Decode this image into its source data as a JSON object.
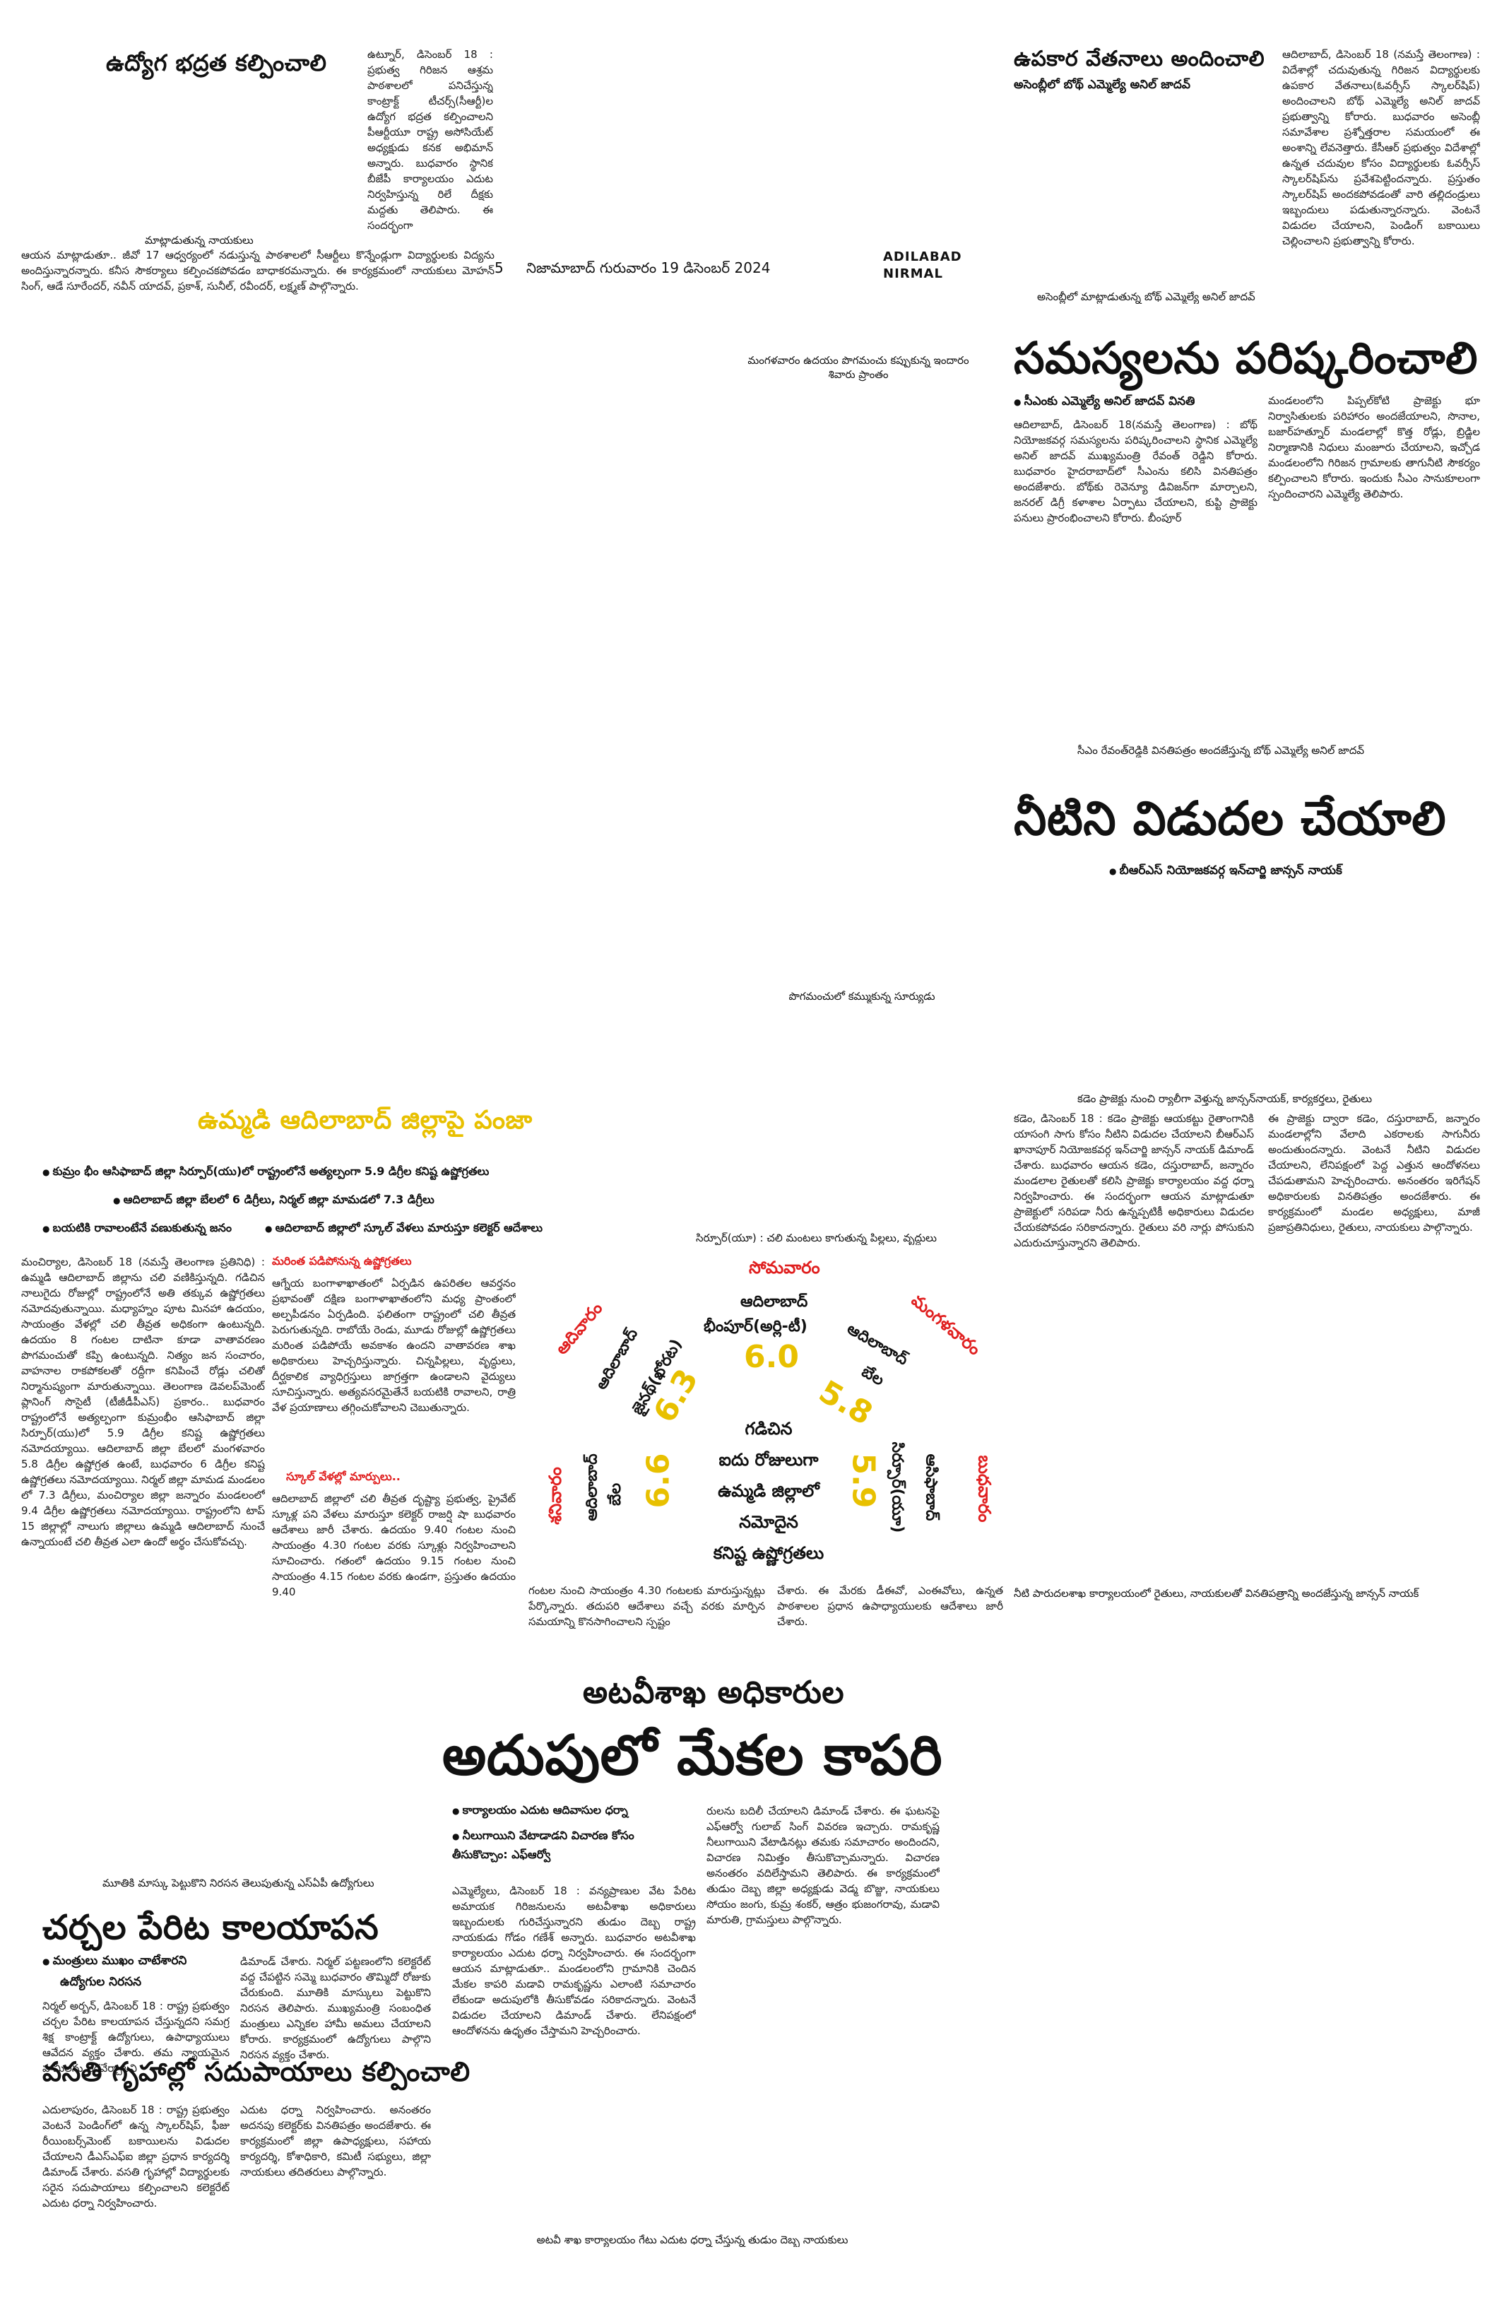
{
  "folio": {
    "page_number": "5",
    "dateline": "నిజామాబాద్ గురువారం 19 డిసెంబర్ 2024",
    "edition_line1": "ADILABAD",
    "edition_line2": "NIRMAL"
  },
  "story1": {
    "headline": "ఉద్యోగ భద్రత కల్పించాలి",
    "body_a": "ఉట్నూర్, డిసెంబర్ 18 : ప్రభుత్వ గిరిజన ఆశ్రమ పాఠశాలలో పనిచేస్తున్న కాంట్రాక్ట్ టీచర్స్(సీఆర్టీ)ల ఉద్యోగ భద్రత కల్పించాలని పీఆర్టీయూ రాష్ట్ర అసోసియేట్ అధ్యక్షుడు కనక అభిమాన్ అన్నారు. బుధవారం స్థానిక బీజేపీ కార్యాలయం ఎదుట నిర్వహిస్తున్న రిలే దీక్షకు మద్దతు తెలిపారు. ఈ సందర్భంగా",
    "photo_caption": "మాట్లాడుతున్న నాయకులు",
    "body_b": "ఆయన మాట్లాడుతూ.. జీవో 17 ఆధ్వర్యంలో నడుస్తున్న పాఠశాలలో సీఆర్టీలు కొన్నేండ్లుగా విద్యార్థులకు విద్యను అందిస్తున్నారన్నారు. కనీస సౌకర్యాలు కల్పించకపోవడం బాధాకరమన్నారు. ఈ కార్యక్రమంలో నాయకులు మోహన్ సింగ్, ఆడే సూరేందర్, నవీన్ యాదవ్, ప్రకాశ్, సునీల్, రవీందర్, లక్ష్మణ్ పాల్గొన్నారు."
  },
  "story2": {
    "headline": "ఉపకార వేతనాలు అందించాలి",
    "subhead": "అసెంబ్లీలో బోథ్ ఎమ్మెల్యే అనిల్ జాదవ్",
    "body": "ఆదిలాబాద్, డిసెంబర్ 18 (నమస్తే తెలంగాణ) : విదేశాల్లో చదువుతున్న గిరిజన విద్యార్థులకు ఉపకార వేతనాలు(ఓవర్సీస్ స్కాలర్‌షిప్) అందించాలని బోథ్ ఎమ్మెల్యే అనిల్ జాదవ్ ప్రభుత్వాన్ని కోరారు. బుధవారం అసెంబ్లీ సమావేశాల ప్రశ్నోత్తరాల సమయంలో ఈ అంశాన్ని లేవనెత్తారు. కేసీఆర్ ప్రభుత్వం విదేశాల్లో ఉన్నత చదువుల కోసం విద్యార్థులకు ఓవర్సీస్ స్కాలర్‌షిప్‌ను ప్రవేశపెట్టిందన్నారు. ప్రస్తుతం స్కాలర్‌షిప్ అందకపోవడంతో వారి తల్లిదండ్రులు ఇబ్బందులు పడుతున్నారన్నారు. వెంటనే విడుదల చేయాలని, పెండింగ్ బకాయిలు చెల్లించాలని ప్రభుత్వాన్ని కోరారు.",
    "photo_caption": "అసెంబ్లీలో మాట్లాడుతున్న బోథ్ ఎమ్మెల్యే అనిల్ జాదవ్"
  },
  "photo_caption_mangalavaram": "మంగళవారం ఉదయం పొగమంచు కప్పుకున్న ఇందారం శివారు ప్రాంతం",
  "story3": {
    "headline": "సమస్యలను పరిష్కరించాలి",
    "subhead": "సీఎంకు ఎమ్మెల్యే అనిల్ జాదవ్ వినతి",
    "body_a": "ఆదిలాబాద్, డిసెంబర్ 18(నమస్తే తెలంగాణ) : బోథ్ నియోజకవర్గ సమస్యలను పరిష్కరించాలని స్థానిక ఎమ్మెల్యే అనిల్ జాదవ్ ముఖ్యమంత్రి రేవంత్ రెడ్డిని కోరారు. బుధవారం హైదరాబాద్‌లో సీఎంను కలిసి వినతిపత్రం అందజేశారు. బోథ్‌కు రెవెన్యూ డివిజన్‌గా మార్చాలని, జనరల్ డిగ్రీ కళాశాల ఏర్పాటు చేయాలని, కుప్టి ప్రాజెక్టు పనులు ప్రారంభించాలని కోరారు. బీంపూర్",
    "body_b": "మండలంలోని పిప్పల్‌కోటి ప్రాజెక్టు భూ నిర్వాసితులకు పరిహారం అందజేయాలని, సొనాల, బజార్‌హత్నూర్ మండలాల్లో కొత్త రోడ్లు, బ్రిడ్జిల నిర్మాణానికి నిధులు మంజూరు చేయాలని, ఇచ్చోడ మండలంలోని గిరిజన గ్రామాలకు తాగునీటి సౌకర్యం కల్పించాలని కోరారు. ఇందుకు సీఎం సానుకూలంగా స్పందించారని ఎమ్మెల్యే తెలిపారు.",
    "photo_caption": "సీఎం రేవంత్‌రెడ్డికి వినతిపత్రం అందజేస్తున్న బోథ్ ఎమ్మెల్యే అనిల్ జాదవ్"
  },
  "story4": {
    "headline": "నీటిని విడుదల చేయాలి",
    "subhead": "బీఆర్ఎస్ నియోజకవర్గ ఇన్‌చార్జి జాన్సన్ నాయక్",
    "photo_caption_top": "కడెం ప్రాజెక్టు నుంచి ర్యాలీగా వెళ్తున్న జాన్సన్‌నాయక్, కార్యకర్తలు, రైతులు",
    "body_a": "కడెం, డిసెంబర్ 18 : కడెం ప్రాజెక్టు ఆయకట్టు రైతాంగానికి యాసంగి సాగు కోసం నీటిని విడుదల చేయాలని బీఆర్ఎస్ ఖానాపూర్ నియోజకవర్గ ఇన్‌చార్జి జాన్సన్ నాయక్ డిమాండ్ చేశారు. బుధవారం ఆయన కడెం, దస్తురాబాద్, జన్నారం మండలాల రైతులతో కలిసి ప్రాజెక్టు కార్యాలయం వద్ద ధర్నా నిర్వహించారు. ఈ సందర్భంగా ఆయన మాట్లాడుతూ ప్రాజెక్టులో సరిపడా నీరు ఉన్నప్పటికీ అధికారులు విడుదల చేయకపోవడం సరికాదన్నారు. రైతులు వరి నార్లు పోసుకుని ఎదురుచూస్తున్నారని తెలిపారు.",
    "body_b": "ఈ ప్రాజెక్టు ద్వారా కడెం, దస్తురాబాద్, జన్నారం మండలాల్లోని వేలాది ఎకరాలకు సాగునీరు అందుతుందన్నారు. వెంటనే నీటిని విడుదల చేయాలని, లేనిపక్షంలో పెద్ద ఎత్తున ఆందోళనలు చేపడుతామని హెచ్చరించారు. అనంతరం ఇరిగేషన్ అధికారులకు వినతిపత్రం అందజేశారు. ఈ కార్యక్రమంలో మండల అధ్యక్షులు, మాజీ ప్రజాప్రతినిధులు, రైతులు, నాయకులు పాల్గొన్నారు.",
    "photo_caption_bottom": "నీటి పారుదలశాఖ కార్యాలయంలో రైతులు, నాయకులతో వినతిపత్రాన్ని అందజేస్తున్న జాన్సన్ నాయక్"
  },
  "photo_caption_sun": "పొగమంచులో కమ్ముకున్న సూర్యుడు",
  "story5": {
    "headline": "ఉమ్మడి ఆదిలాబాద్ జిల్లాపై పంజా",
    "bullet1": "కుమ్రం భీం ఆసిఫాబాద్ జిల్లా సిర్పూర్(యు)లో రాష్ట్రంలోనే అత్యల్పంగా 5.9 డిగ్రీల కనిష్ట ఉష్ణోగ్రతలు",
    "bullet2": "ఆదిలాబాద్ జిల్లా బేలలో 6 డిగ్రీలు, నిర్మల్ జిల్లా మామడలో 7.3 డిగ్రీలు",
    "bullet3": "బయటికి రావాలంటేనే వణుకుతున్న జనం",
    "bullet4": "ఆదిలాబాద్ జిల్లాలో స్కూల్ వేళలు మారుస్తూ కలెక్టర్ ఆదేశాలు",
    "body_a": "మంచిర్యాల, డిసెంబర్ 18 (నమస్తే తెలంగాణ ప్రతినిధి) : ఉమ్మడి ఆదిలాబాద్ జిల్లాను చలి వణికిస్తున్నది. గడిచిన నాలుగైదు రోజుల్లో రాష్ట్రంలోనే అతి తక్కువ ఉష్ణోగ్రతలు నమోదవుతున్నాయి. మధ్యాహ్నం పూట మినహా ఉదయం, సాయంత్రం వేళల్లో చలి తీవ్రత అధికంగా ఉంటున్నది. ఉదయం 8 గంటల దాటినా కూడా వాతావరణం పొగమంచుతో కప్పి ఉంటున్నది. నిత్యం జన సంచారం, వాహనాల రాకపోకలతో రద్దీగా కనిపించే రోడ్లు చలితో నిర్మానుష్యంగా మారుతున్నాయి. తెలంగాణ డెవలప్‌మెంట్ ప్లానింగ్ సొసైటీ (టీజీడీపీఎస్) ప్రకారం.. బుధవారం రాష్ట్రంలోనే అత్యల్పంగా కుమ్రంభీం ఆసిఫాబాద్ జిల్లా సిర్పూర్(యు)లో 5.9 డిగ్రీల కనిష్ట ఉష్ణోగ్రతలు నమోదయ్యాయి. ఆదిలాబాద్ జిల్లా బేలలో మంగళవారం 5.8 డిగ్రీల ఉష్ణోగ్రత ఉంటే, బుధవారం 6 డిగ్రీల కనిష్ట ఉష్ణోగ్రతలు నమోదయ్యాయి. నిర్మల్ జిల్లా మామడ మండలం లో 7.3 డిగ్రీలు, మంచిర్యాల జిల్లా జన్నారం మండలంలో 9.4 డిగ్రీల ఉష్ణోగ్రతలు నమోదయ్యాయి. రాష్ట్రంలోని టాప్ 15 జిల్లాల్లో నాలుగు జిల్లాలు ఉమ్మడి ఆదిలాబాద్ నుంచే ఉన్నాయంటే చలి తీవ్రత ఎలా ఉందో అర్థం చేసుకోవచ్చు.",
    "box_heading1": "మరింత పడిపోనున్న ఉష్ణోగ్రతలు",
    "body_b": "ఆగ్నేయ బంగాళాఖాతంలో ఏర్పడిన ఉపరితల ఆవర్తనం ప్రభావంతో దక్షిణ బంగాళాఖాతంలోని మధ్య ప్రాంతంలో అల్పపీడనం ఏర్పడింది. ఫలితంగా రాష్ట్రంలో చలి తీవ్రత పెరుగుతున్నది. రాబోయే రెండు, మూడు రోజుల్లో ఉష్ణోగ్రతలు మరింత పడిపోయే అవకాశం ఉందని వాతావరణ శాఖ అధికారులు హెచ్చరిస్తున్నారు. చిన్నపిల్లలు, వృద్ధులు, దీర్ఘకాలిక వ్యాధిగ్రస్తులు జాగ్రత్తగా ఉండాలని వైద్యులు సూచిస్తున్నారు. అత్యవసరమైతేనే బయటికి రావాలని, రాత్రి వేళ ప్రయాణాలు తగ్గించుకోవాలని చెబుతున్నారు.",
    "box_heading2": "స్కూల్ వేళల్లో మార్పులు..",
    "body_c": "ఆదిలాబాద్ జిల్లాలో చలి తీవ్రత దృష్ట్యా ప్రభుత్వ, ప్రైవేట్ స్కూళ్ల పని వేళలు మారుస్తూ కలెక్టర్ రాజర్షి షా బుధవారం ఆదేశాలు జారీ చేశారు. ఉదయం 9.40 గంటల నుంచి సాయంత్రం 4.30 గంటల వరకు స్కూళ్లు నిర్వహించాలని సూచించారు. గతంలో ఉదయం 9.15 గంటల నుంచి సాయంత్రం 4.15 గంటల వరకు ఉండగా, ప్రస్తుతం ఉదయం 9.40",
    "body_d": "గంటల నుంచి సాయంత్రం 4.30 గంటలకు మారుస్తున్నట్లు పేర్కొన్నారు. తదుపరి ఆదేశాలు వచ్చే వరకు మార్పిన సమయాన్ని కొనసాగించాలని స్పష్టం",
    "body_e": "చేశారు. ఈ మేరకు డీఈవో, ఎంఈవోలు, ఉన్నత పాఠశాలల ప్రధాన ఉపాధ్యాయులకు ఆదేశాలు జారీ చేశారు.",
    "photo_caption": "సిర్పూర్(యూ) : చలి మంటలు కాగుతున్న పిల్లలు, వృద్ధులు"
  },
  "infographic": {
    "days": {
      "somavaram": "సోమవారం",
      "mangalavaram": "మంగళవారం",
      "budhavaram": "బుధవారం",
      "shanivaram": "శనివారం",
      "adivaram": "ఆదివారం"
    },
    "places": {
      "center_top_district": "ఆదిలాబాద్",
      "center_top_place": "భీంపూర్(అర్లి-టీ)",
      "right_district": "ఆదిలాబాద్",
      "right_place": "బేల",
      "right_bottom_district": "ఆసిఫాబాద్",
      "right_bottom_place": "సిర్పూర్(యూ)",
      "left_bottom_district": "ఆదిలాబాద్",
      "left_bottom_place": "బేల",
      "left_district": "ఆదిలాబాద్",
      "left_place": "జైనథ్(ఖోరట)"
    },
    "values": {
      "center": "6.0",
      "right": "5.8",
      "right_bottom": "5.9",
      "left_bottom": "6.6",
      "left": "6.3"
    },
    "center_text": [
      "గడిచిన",
      "ఐదు రోజులుగా",
      "ఉమ్మడి జిల్లాలో",
      "నమోదైన",
      "కనిష్ట ఉష్ణోగ్రతలు"
    ]
  },
  "story6": {
    "kicker": "అటవీశాఖ అధికారుల",
    "headline": "అదుపులో మేకల కాపరి",
    "bullet1": "కార్యాలయం ఎదుట ఆదివాసుల ధర్నా",
    "bullet2": "నీలుగాయిని వేటాడాడని విచారణ కోసం తీసుకొచ్చాం: ఎఫ్ఆర్వో",
    "body_a": "ఎమ్మెల్యేలు, డిసెంబర్ 18 : వన్యప్రాణుల వేట పేరిట అమాయక గిరిజనులను అటవీశాఖ అధికారులు ఇబ్బందులకు గురిచేస్తున్నారని తుడుం దెబ్బ రాష్ట్ర నాయకుడు గోడం గణేశ్ అన్నారు. బుధవారం అటవీశాఖ కార్యాలయం ఎదుట ధర్నా నిర్వహించారు. ఈ సందర్భంగా ఆయన మాట్లాడుతూ.. మండలంలోని గ్రామానికి చెందిన మేకల కాపరి మడావి రామకృష్ణను ఎలాంటి సమాచారం లేకుండా అదుపులోకి తీసుకోవడం సరికాదన్నారు. వెంటనే విడుదల చేయాలని డిమాండ్ చేశారు. లేనిపక్షంలో ఆందోళనను ఉధృతం చేస్తామని హెచ్చరించారు.",
    "body_b": "రులను బదిలీ చేయాలని డిమాండ్ చేశారు. ఈ ఘటనపై ఎఫ్ఆర్వో గులాబ్ సింగ్ వివరణ ఇచ్చారు. రామకృష్ణ నీలుగాయిని వేటాడినట్లు తమకు సమాచారం అందిందని, విచారణ నిమిత్తం తీసుకొచ్చామన్నారు. విచారణ అనంతరం వదిలేస్తామని తెలిపారు. ఈ కార్యక్రమంలో తుడుం దెబ్బ జిల్లా అధ్యక్షుడు వెడ్మ బొజ్జు, నాయకులు సోయం జంగు, కుమ్ర శంకర్, ఆత్రం భుజంగరావు, మడావి మారుతి, గ్రామస్తులు పాల్గొన్నారు.",
    "photo_caption": "అటవీ శాఖ కార్యాలయం గేటు ఎదుట ధర్నా చేస్తున్న తుడుం దెబ్బ నాయకులు"
  },
  "story7": {
    "photo_caption": "మూతికి మాస్కు పెట్టుకొని నిరసన తెలుపుతున్న ఎస్ఏపీ ఉద్యోగులు",
    "headline": "చర్చల పేరిట కాలయాపన",
    "subhead1": "మంత్రులు ముఖం చాటేశారని",
    "subhead2": "ఉద్యోగుల నిరసన",
    "body_a": "నిర్మల్ అర్బన్, డిసెంబర్ 18 : రాష్ట్ర ప్రభుత్వం చర్చల పేరిట కాలయాపన చేస్తున్నదని సమగ్ర శిక్ష కాంట్రాక్ట్ ఉద్యోగులు, ఉపాధ్యాయులు ఆవేదన వ్యక్తం చేశారు. తమ న్యాయమైన హామీలను నెరవేర్చాలని",
    "body_b": "డిమాండ్ చేశారు. నిర్మల్ పట్టణంలోని కలెక్టరేట్ వద్ద చేపట్టిన సమ్మె బుధవారం తొమ్మిదో రోజుకు చేరుకుంది. మూతికి మాస్కులు పెట్టుకొని నిరసన తెలిపారు. ముఖ్యమంత్రి సంబంధిత మంత్రులు ఎన్నికల హామీ అమలు చేయాలని కోరారు. కార్యక్రమంలో ఉద్యోగులు పాల్గొని నిరసన వ్యక్తం చేశారు."
  },
  "story8": {
    "headline": "వసతి గృహాల్లో సదుపాయాలు కల్పించాలి",
    "body_a": "ఎదులాపురం, డిసెంబర్ 18 : రాష్ట్ర ప్రభుత్వం వెంటనే పెండింగ్‌లో ఉన్న స్కాలర్‌షిప్, ఫీజు రీయింబర్స్‌మెంట్ బకాయిలను విడుదల చేయాలని డీఎస్ఎఫ్ఐ జిల్లా ప్రధాన కార్యదర్శి డిమాండ్ చేశారు. వసతి గృహాల్లో విద్యార్థులకు సరైన సదుపాయాలు కల్పించాలని కలెక్టరేట్ ఎదుట ధర్నా నిర్వహించారు.",
    "body_b": "ఎదుట ధర్నా నిర్వహించారు. అనంతరం అదనపు కలెక్టర్‌కు వినతిపత్రం అందజేశారు. ఈ కార్యక్రమంలో జిల్లా ఉపాధ్యక్షులు, సహాయ కార్యదర్శి, కోశాధికారి, కమిటీ సభ్యులు, జిల్లా నాయకులు తదితరులు పాల్గొన్నారు."
  },
  "colors": {
    "headline_yellow": "#e8c000",
    "day_red": "#e02020",
    "text": "#111111"
  }
}
